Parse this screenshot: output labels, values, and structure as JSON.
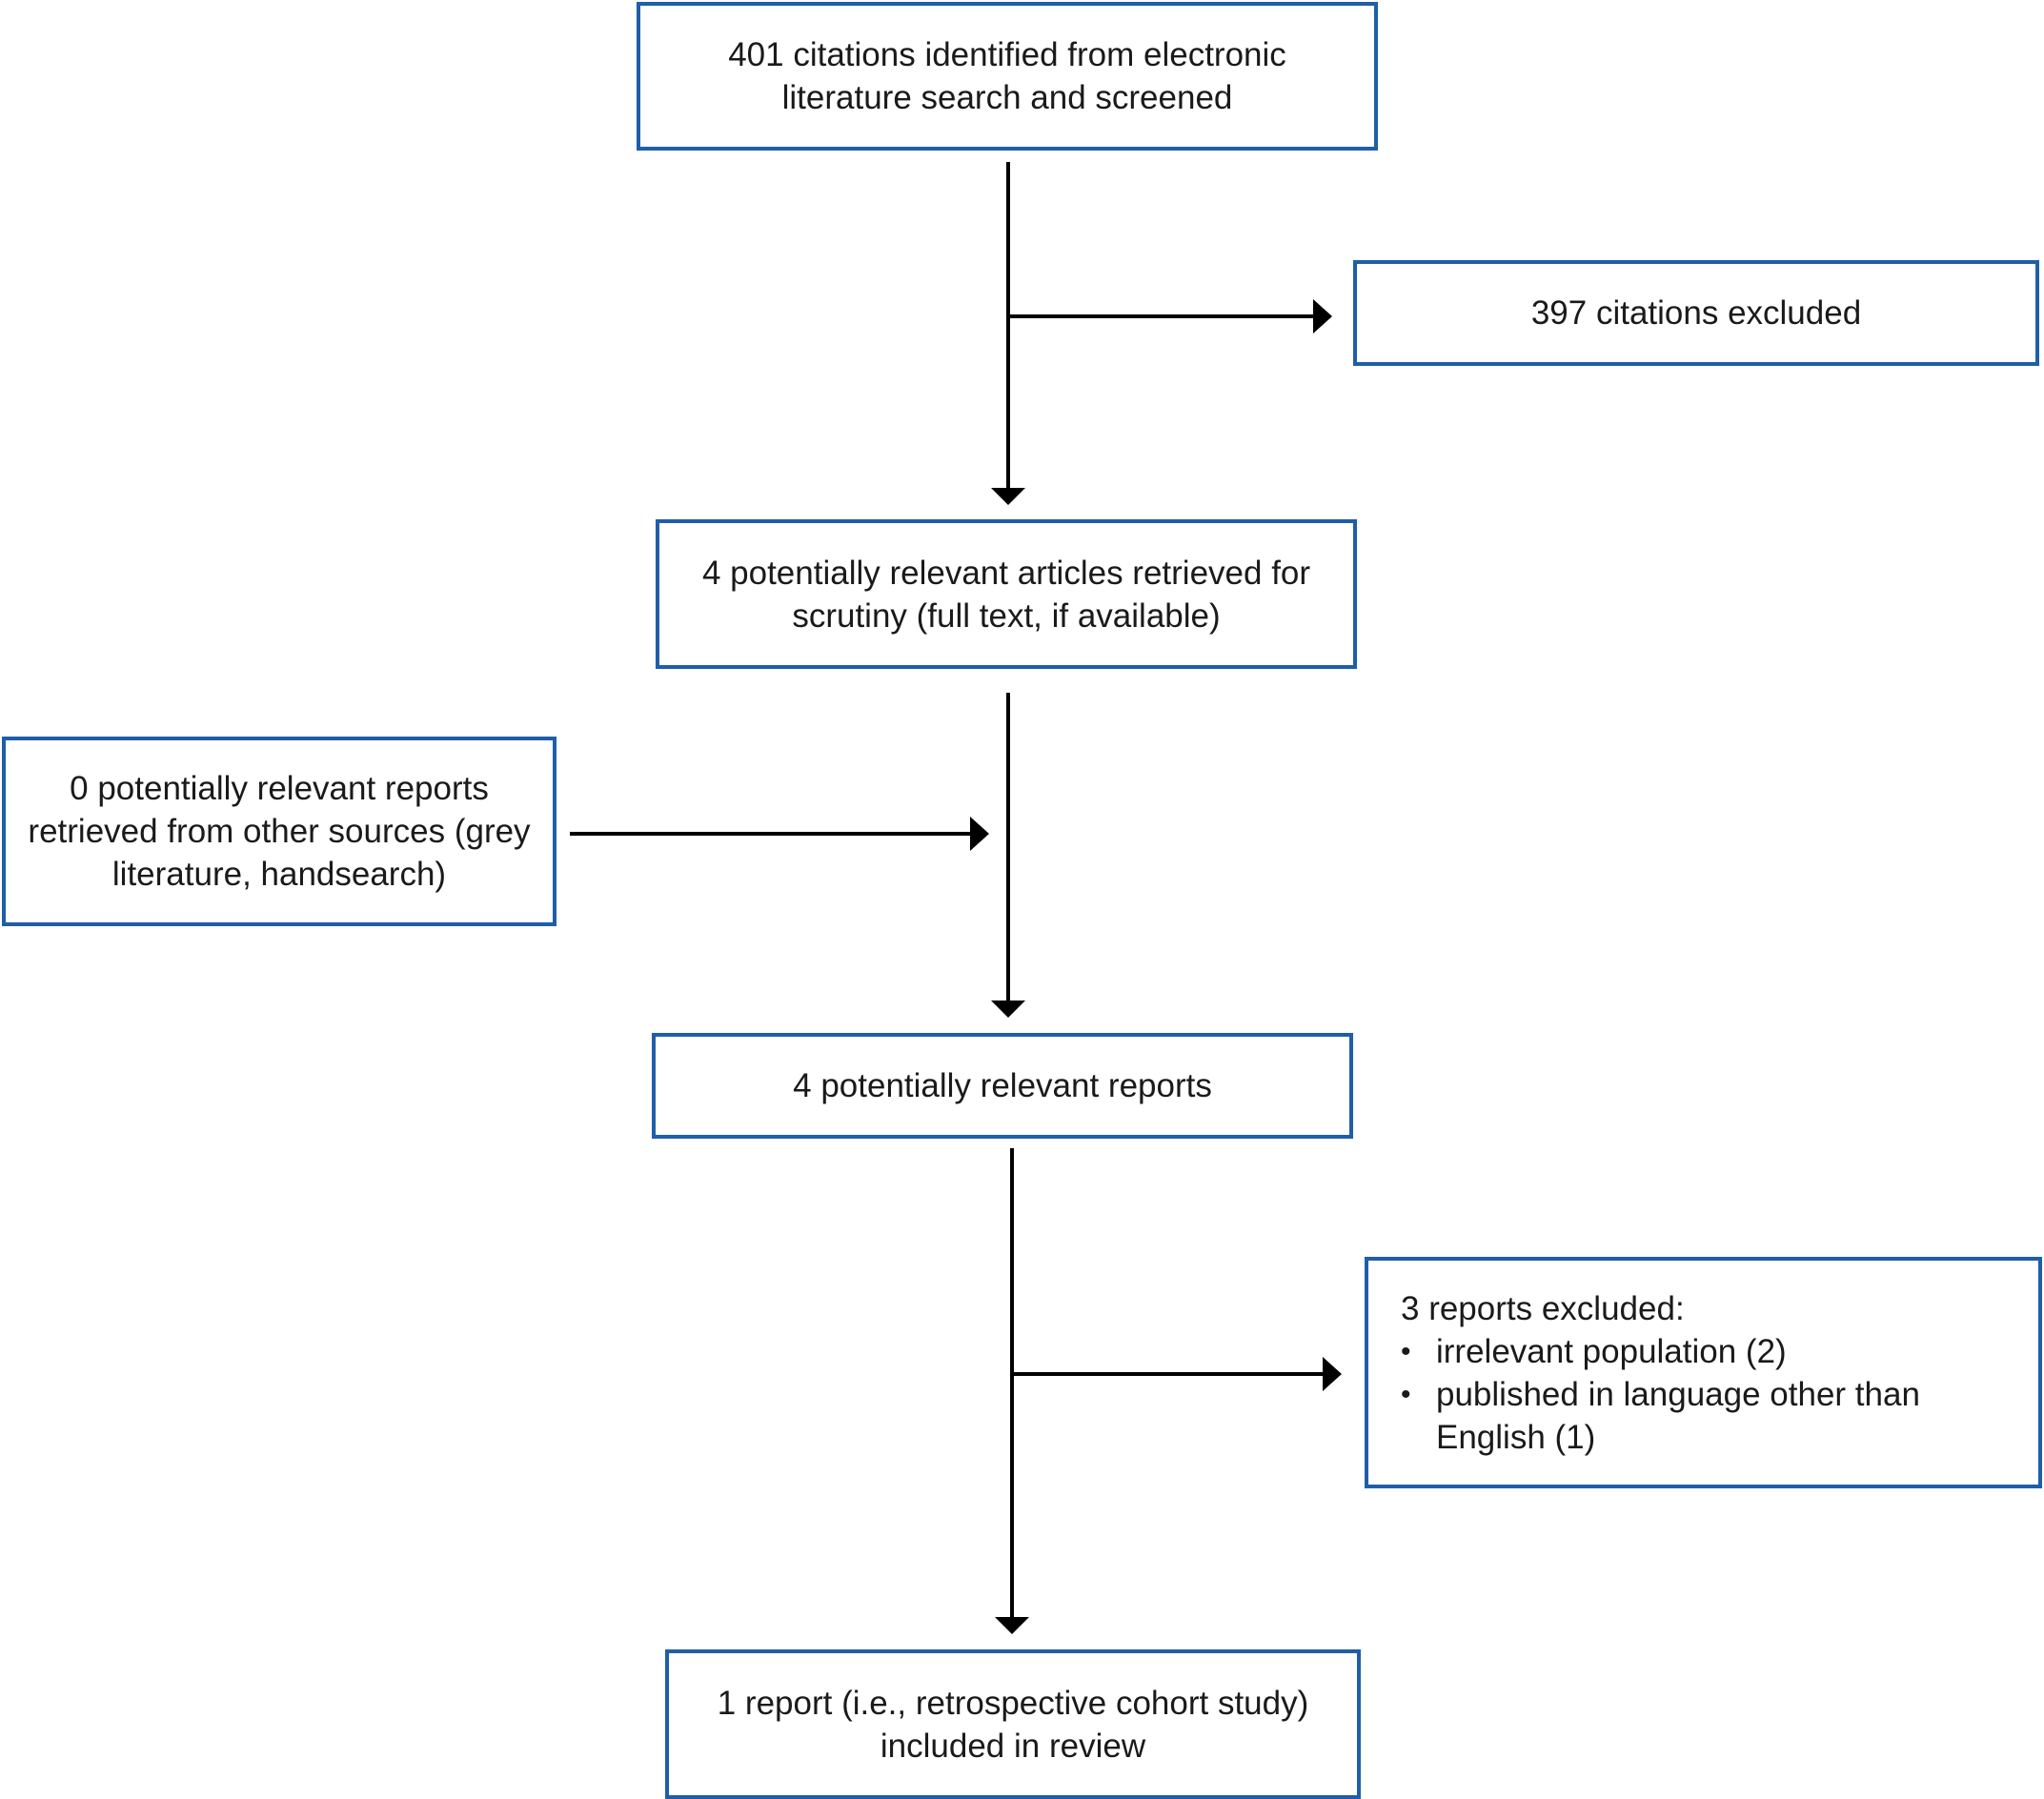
{
  "flowchart": {
    "nodes": {
      "identified": "401 citations identified from electronic literature search and screened",
      "excluded_citations": "397 citations excluded",
      "retrieved": "4 potentially relevant articles retrieved for scrutiny (full text, if available)",
      "other_sources": "0 potentially relevant reports retrieved from other sources (grey literature, handsearch)",
      "relevant_reports": "4 potentially relevant reports",
      "excluded_reports": {
        "heading": "3 reports excluded:",
        "reasons": [
          "irrelevant population (2)",
          "published in language other than English (1)"
        ]
      },
      "included": "1 report (i.e., retrospective cohort study) included in review"
    }
  },
  "colors": {
    "box_border": "#1f5ea8",
    "arrow": "#000000",
    "text": "#1a1a1a",
    "background": "#ffffff"
  }
}
